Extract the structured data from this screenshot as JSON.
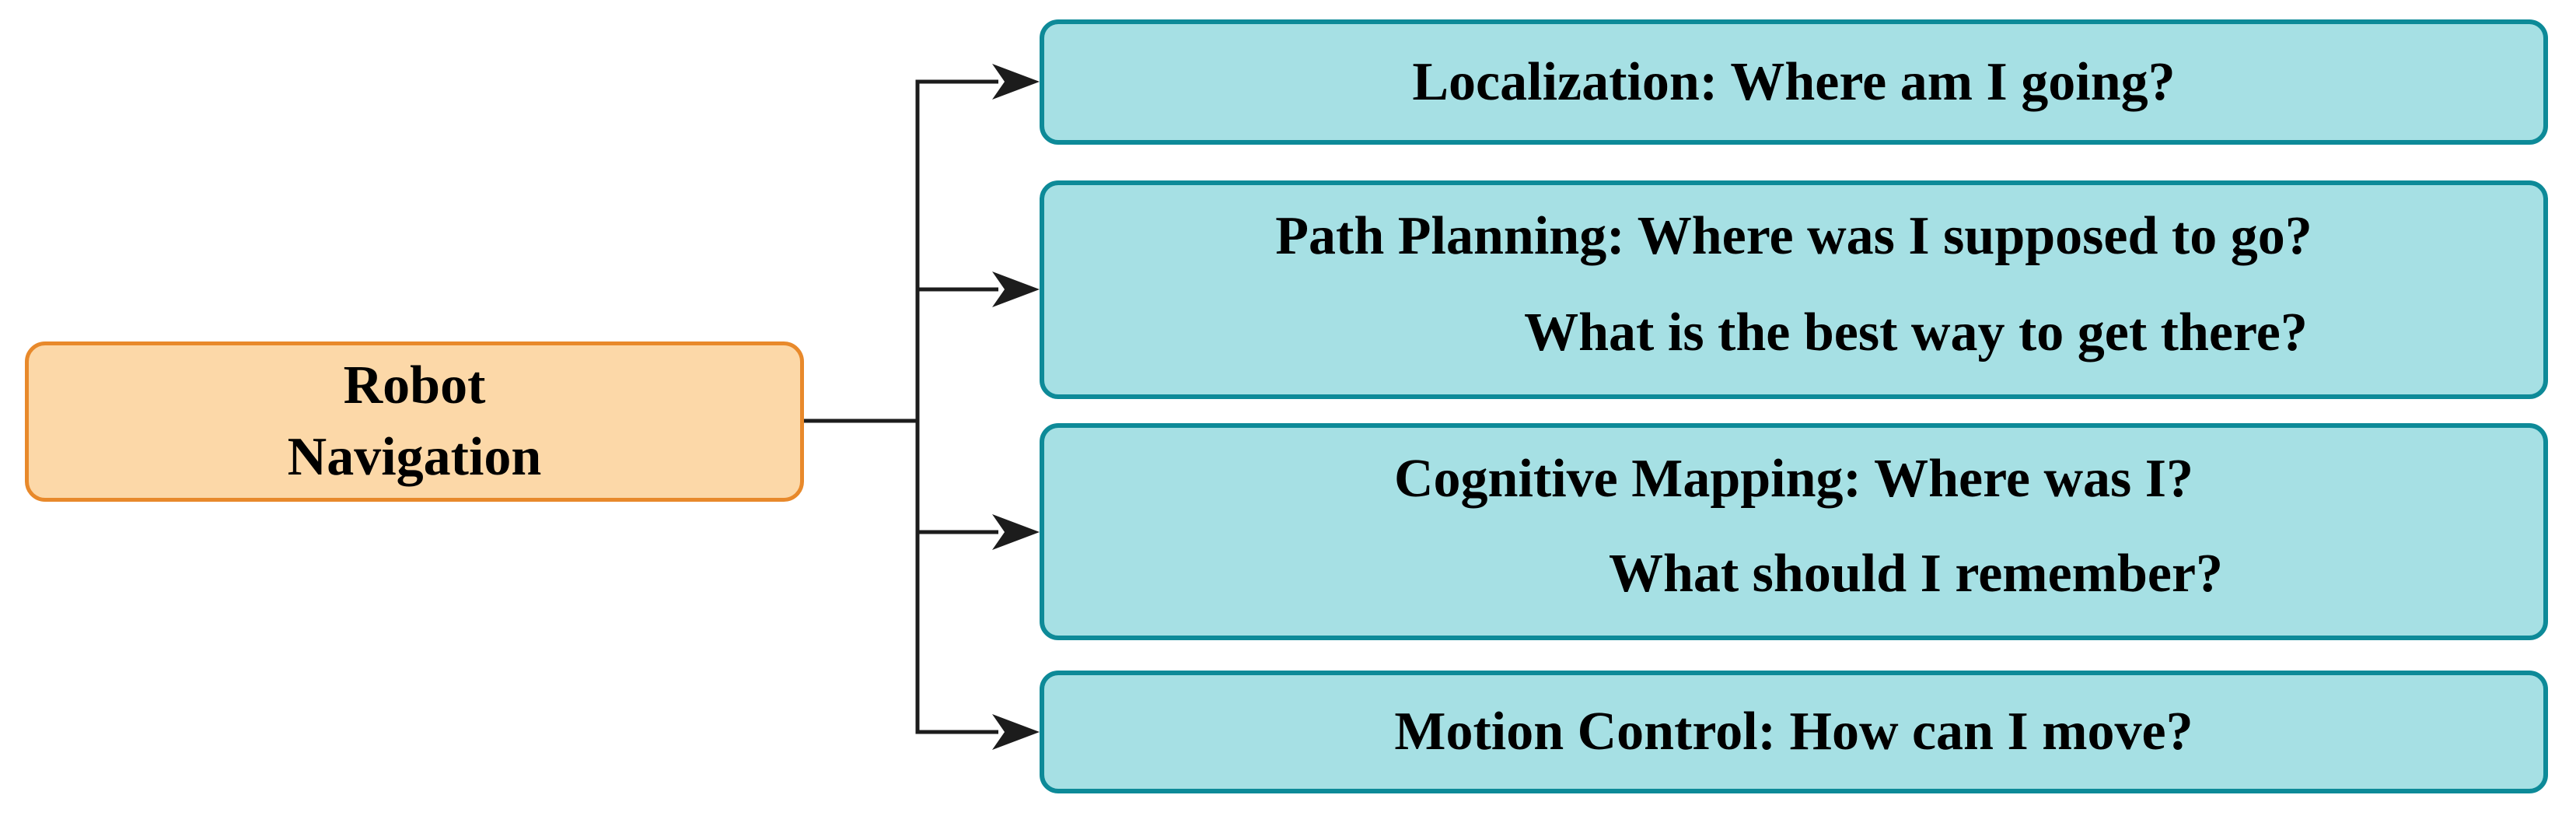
{
  "diagram": {
    "title": "Robot Navigation concept map",
    "root": {
      "id": "robot-navigation",
      "lines": [
        "Robot",
        "Navigation"
      ]
    },
    "children": [
      {
        "id": "localization",
        "lines": [
          "Localization: Where am I going?"
        ]
      },
      {
        "id": "path-planning",
        "lines": [
          "Path Planning: Where was I supposed to go?",
          "What is the best way to get there?"
        ]
      },
      {
        "id": "cognitive-mapping",
        "lines": [
          "Cognitive Mapping: Where was I?",
          "What should I remember?"
        ]
      },
      {
        "id": "motion-control",
        "lines": [
          "Motion Control: How can I move?"
        ]
      }
    ],
    "colors": {
      "root_fill": "#FCD8A8",
      "root_border": "#E8892B",
      "child_fill": "#A6E0E4",
      "child_border": "#0D8A98",
      "connector": "#1C1C1C",
      "text": "#000000",
      "bg": "#FFFFFF"
    }
  }
}
